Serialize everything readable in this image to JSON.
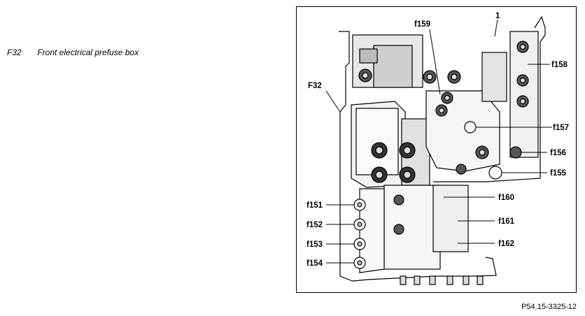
{
  "legend": {
    "code": "F32",
    "description": "Front electrical prefuse box"
  },
  "figure_ref": "P54.15-3325-12",
  "callouts": {
    "c1": "1",
    "f159": "f159",
    "f158": "f158",
    "F32": "F32",
    "f157": "f157",
    "f156": "f156",
    "f155": "f155",
    "f160": "f160",
    "f161": "f161",
    "f162": "f162",
    "f151": "f151",
    "f152": "f152",
    "f153": "f153",
    "f154": "f154"
  },
  "colors": {
    "line": "#000000",
    "fill_dark": "#2a2a2a",
    "fill_light": "#d9d9d9"
  }
}
